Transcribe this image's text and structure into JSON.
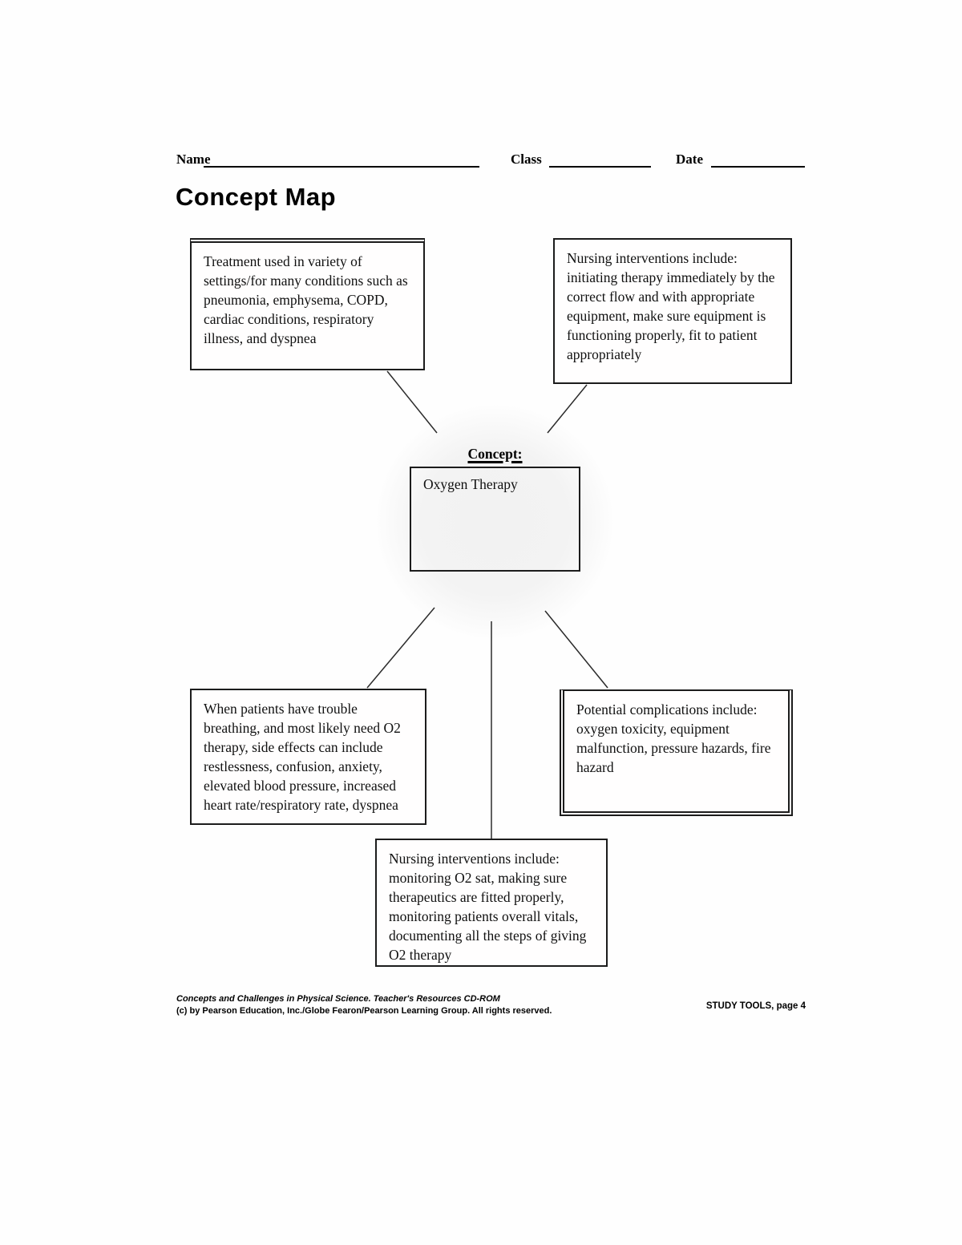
{
  "header": {
    "name_label": "Name",
    "class_label": "Class",
    "date_label": "Date"
  },
  "title": "Concept Map",
  "concept_label": "Concept:",
  "nodes": {
    "concept": "Oxygen Therapy",
    "top_left": "Treatment used in variety of settings/for many conditions such as pneumonia, emphysema, COPD, cardiac conditions, respiratory illness, and dyspnea",
    "top_right": "Nursing interventions include: initiating therapy immediately by the correct flow and with appropriate equipment, make sure equipment is functioning properly, fit to patient appropriately",
    "bottom_left": "When patients have trouble breathing, and most likely need O2 therapy, side effects can include restlessness, confusion, anxiety, elevated blood pressure, increased heart rate/respiratory rate, dyspnea",
    "bottom_right": "Potential complications include: oxygen toxicity, equipment malfunction, pressure hazards, fire hazard",
    "bottom_center": "Nursing interventions include: monitoring O2 sat, making sure therapeutics are fitted properly, monitoring patients overall vitals, documenting all the steps of giving O2 therapy"
  },
  "footer": {
    "source_line": "Concepts and Challenges in Physical Science. Teacher's Resources CD-ROM",
    "copyright_line": "(c) by Pearson Education, Inc./Globe Fearon/Pearson Learning Group. All rights reserved.",
    "page_ref": "STUDY TOOLS, page 4"
  },
  "colors": {
    "ink": "#000000",
    "halo": "#f2f2f2"
  }
}
